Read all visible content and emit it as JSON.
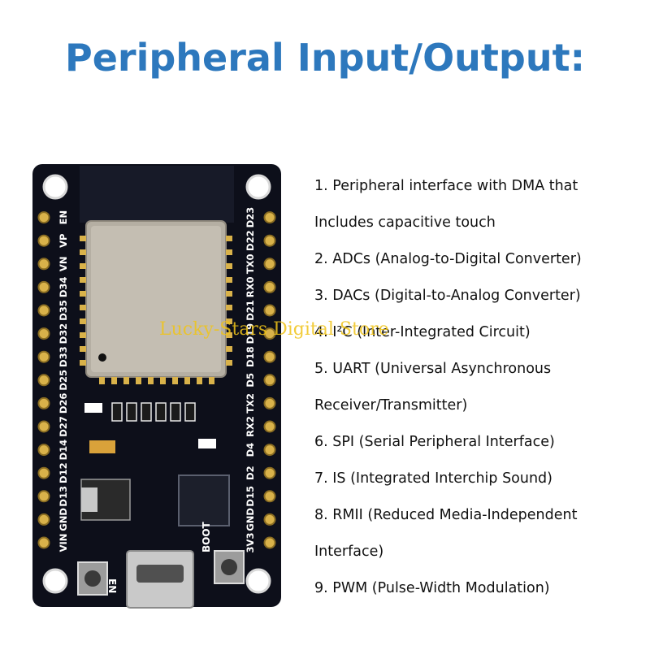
{
  "title": "Peripheral Input/Output:",
  "features": [
    {
      "text": "1. Peripheral interface with DMA that"
    },
    {
      "text": "Includes capacitive touch"
    },
    {
      "text": "2. ADCs (Analog-to-Digital Converter)"
    },
    {
      "text": "3. DACs (Digital-to-Analog Converter)"
    },
    {
      "text": "4. I²C (Inter-Integrated Circuit)"
    },
    {
      "text": "5. UART (Universal Asynchronous"
    },
    {
      "text": "Receiver/Transmitter)"
    },
    {
      "text": "6. SPI (Serial Peripheral Interface)"
    },
    {
      "text": "7. IS (Integrated Interchip Sound)"
    },
    {
      "text": "8. RMII (Reduced Media-Independent"
    },
    {
      "text": "Interface)"
    },
    {
      "text": "9. PWM (Pulse-Width Modulation)"
    }
  ],
  "watermark": "Lucky-Stars Digital Store",
  "board": {
    "left_pins": [
      "VIN",
      "GND",
      "D13",
      "D12",
      "D14",
      "D27",
      "D26",
      "D25",
      "D33",
      "D32",
      "D35",
      "D34",
      "VN",
      "VP",
      "EN"
    ],
    "right_pins": [
      "3V3",
      "GND",
      "D15",
      "D2",
      "D4",
      "RX2",
      "TX2",
      "D5",
      "D18",
      "D19",
      "D21",
      "RX0",
      "TX0",
      "D22",
      "D23"
    ],
    "button_en": "EN",
    "button_boot": "BOOT"
  },
  "colors": {
    "title": "#2d78bd",
    "pcb": "#0d0f1a",
    "shield": "#b5afa3",
    "pin_hole": "#d9b24a",
    "watermark": "#f0c419"
  }
}
